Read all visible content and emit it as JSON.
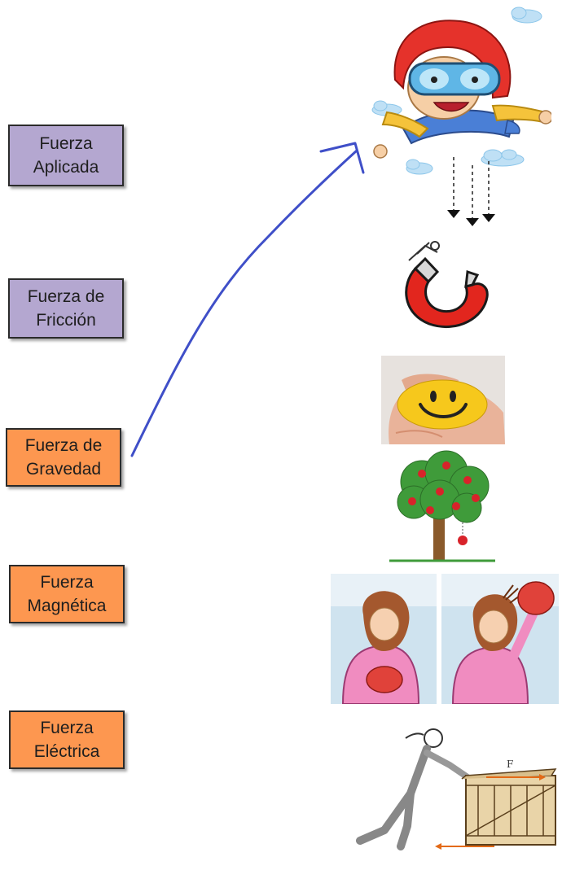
{
  "labels": [
    {
      "line1": "Fuerza",
      "line2": "Aplicada",
      "color": "#b4a7d0"
    },
    {
      "line1": "Fuerza de",
      "line2": "Fricción",
      "color": "#b4a7d0"
    },
    {
      "line1": "Fuerza de",
      "line2": "Gravedad",
      "color": "#fd9750"
    },
    {
      "line1": "Fuerza",
      "line2": "Magnética",
      "color": "#fd9750"
    },
    {
      "line1": "Fuerza",
      "line2": "Eléctrica",
      "color": "#fd9750"
    }
  ],
  "pictures": [
    {
      "icon": "skydiver-illustration"
    },
    {
      "icon": "horseshoe-magnet-illustration"
    },
    {
      "icon": "squeezed-smiley-ball-photo"
    },
    {
      "icon": "apple-tree-illustration"
    },
    {
      "icon": "girl-with-balloon-static-hair-illustration"
    },
    {
      "icon": "person-pushing-crate-illustration",
      "force_label": "F"
    }
  ],
  "arrow": {
    "icon": "connection-arrow",
    "color": "#3f4fc8"
  }
}
